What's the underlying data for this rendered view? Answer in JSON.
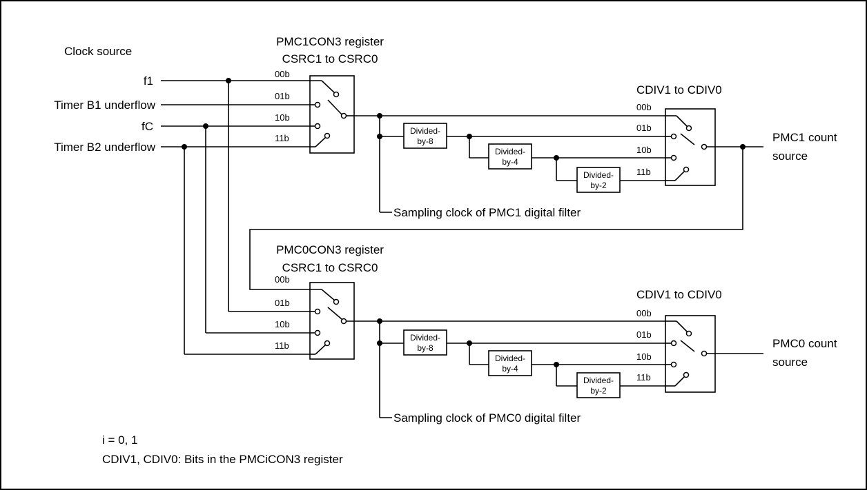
{
  "labels": {
    "clock_source": "Clock source",
    "input_f1": "f1",
    "input_timer_b1": "Timer B1 underflow",
    "input_fc": "fC",
    "input_timer_b2": "Timer B2 underflow",
    "pmc1_register_title": "PMC1CON3 register",
    "pmc1_register_bits": "CSRC1 to CSRC0",
    "pmc0_register_title": "PMC0CON3 register",
    "pmc0_register_bits": "CSRC1 to CSRC0",
    "cdiv_upper": "CDIV1 to CDIV0",
    "cdiv_lower": "CDIV1 to CDIV0",
    "pmc1_output_line1": "PMC1 count",
    "pmc1_output_line2": "source",
    "pmc0_output_line1": "PMC0 count",
    "pmc0_output_line2": "source",
    "pmc1_sampling": "Sampling clock of PMC1 digital filter",
    "pmc0_sampling": "Sampling clock of PMC0 digital filter",
    "note_index": "i = 0, 1",
    "note_cdiv": "CDIV1, CDIV0: Bits in the PMCiCON3 register"
  },
  "selector_codes": [
    "00b",
    "01b",
    "10b",
    "11b"
  ],
  "dividers": {
    "div8": [
      "Divided-",
      "by-8"
    ],
    "div4": [
      "Divided-",
      "by-4"
    ],
    "div2": [
      "Divided-",
      "by-2"
    ]
  }
}
